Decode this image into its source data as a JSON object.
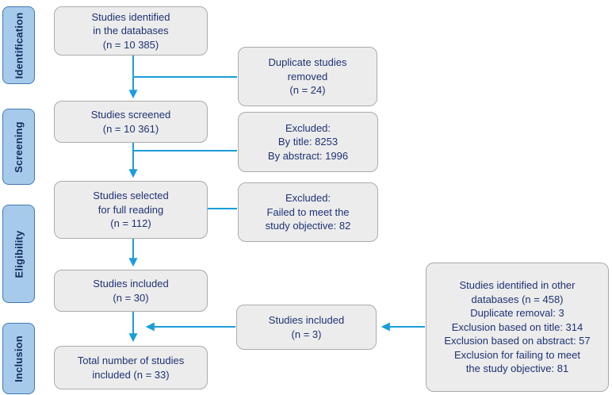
{
  "diagram": {
    "type": "prisma-flow",
    "colors": {
      "accent": "#1B9DD9",
      "box_fill": "#ECECED",
      "box_border": "#ABABAD",
      "text": "#1F3274",
      "stage_fill": "#A6CBEA",
      "stage_border": "#4377B6",
      "stage_text": "#16295F"
    },
    "stages": {
      "identification": "Identification",
      "screening": "Screening",
      "eligibility": "Eligibility",
      "inclusion": "Inclusion"
    },
    "nodes": {
      "identified": {
        "lines": [
          "Studies identified",
          "in the databases",
          "(n = 10 385)"
        ]
      },
      "duplicates_removed": {
        "lines": [
          "Duplicate studies",
          "removed",
          "(n = 24)"
        ]
      },
      "screened": {
        "lines": [
          "Studies screened",
          "(n = 10 361)"
        ]
      },
      "excluded_screening": {
        "lines": [
          "Excluded:",
          "By title: 8253",
          "By abstract: 1996"
        ]
      },
      "selected": {
        "lines": [
          "Studies selected",
          "for full reading",
          "(n = 112)"
        ]
      },
      "excluded_eligibility": {
        "lines": [
          "Excluded:",
          "Failed to meet the",
          "study objective: 82"
        ]
      },
      "included": {
        "lines": [
          "Studies included",
          "(n = 30)"
        ]
      },
      "included_other": {
        "lines": [
          "Studies included",
          "(n = 3)"
        ]
      },
      "other_databases": {
        "lines": [
          "Studies identified in other",
          "databases (n = 458)",
          "Duplicate removal: 3",
          "Exclusion based on title: 314",
          "Exclusion based on abstract: 57",
          "Exclusion for failing to meet",
          "the study objective: 81"
        ]
      },
      "total_included": {
        "lines": [
          "Total number of studies",
          "included (n = 33)"
        ]
      }
    }
  }
}
